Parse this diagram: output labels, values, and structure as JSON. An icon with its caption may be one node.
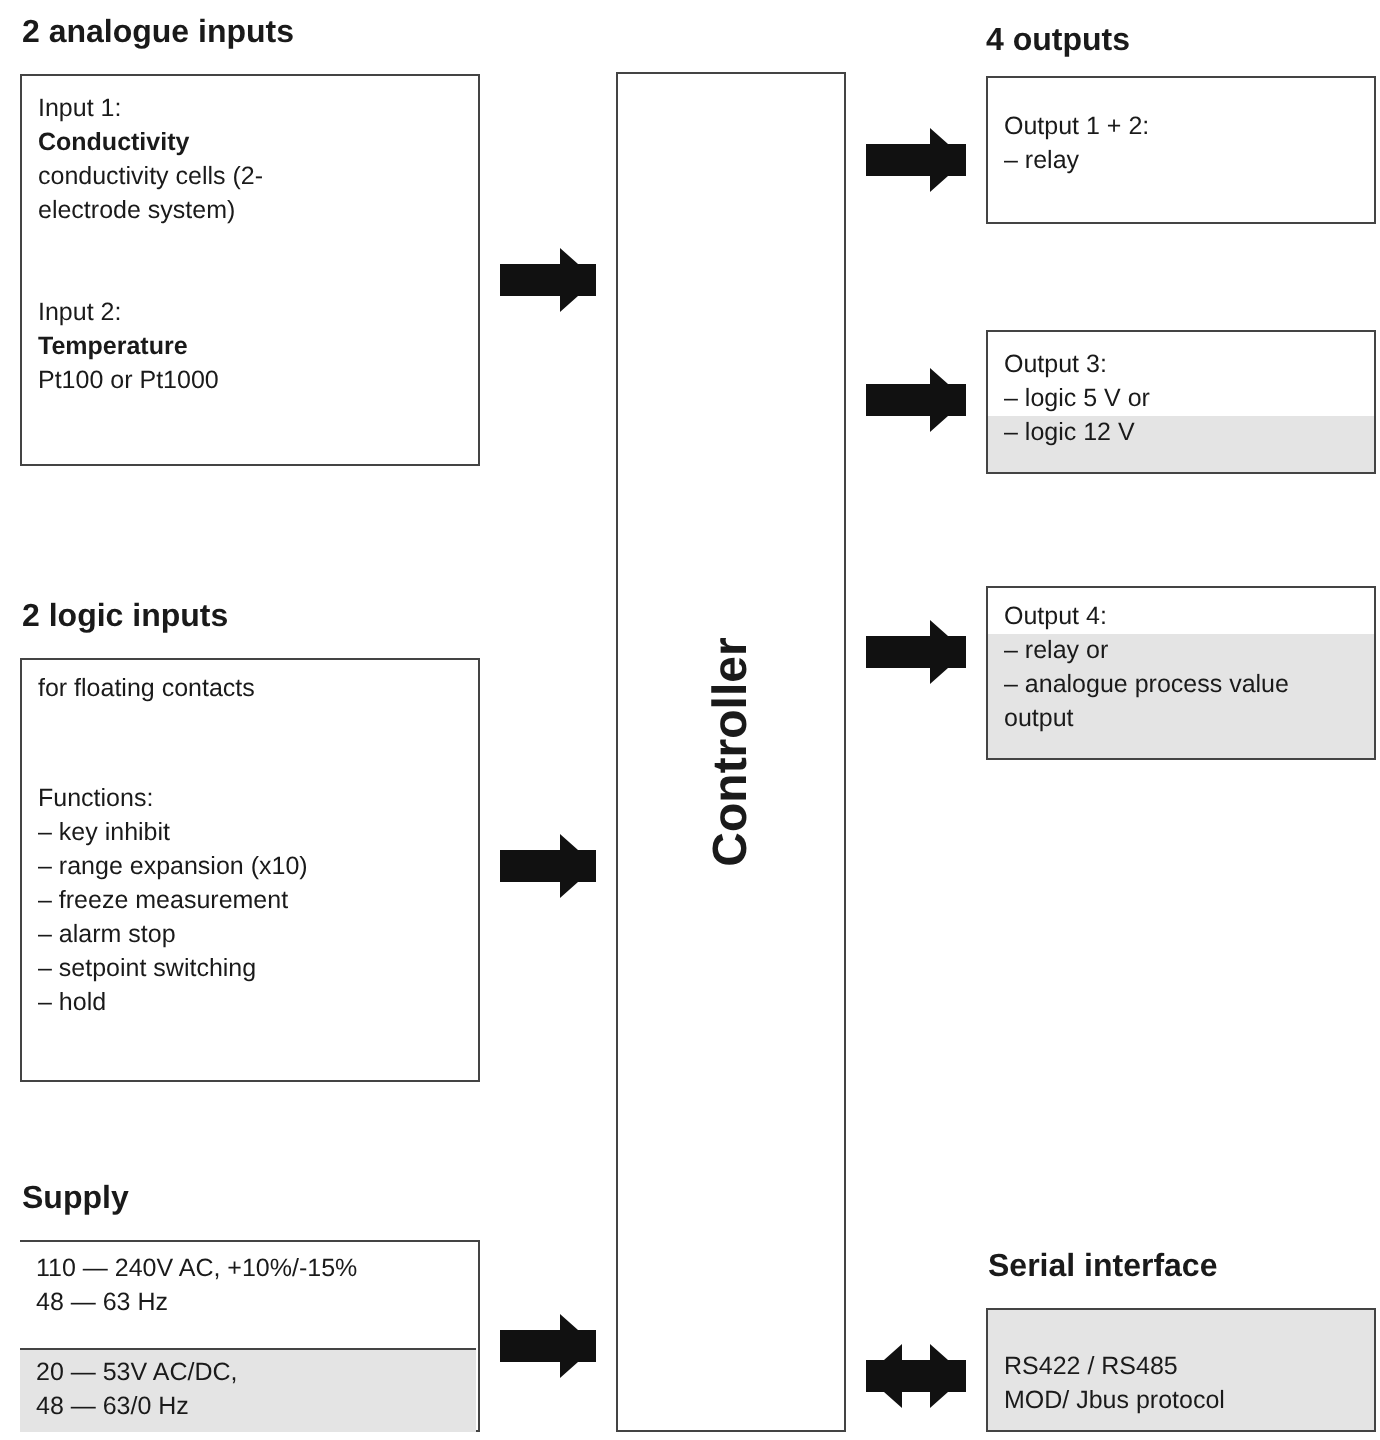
{
  "diagram": {
    "nodes": [
      {
        "text": [
          "2 analogue inputs",
          "Input 1:",
          "Conductivity",
          "conductivity cells (2-electrode system)",
          "Input 2:",
          "Temperature",
          "Pt100 or Pt1000"
        ]
      },
      {
        "text": [
          "2 logic inputs",
          "for floating contacts",
          "Functions:",
          "– key inhibit",
          "– range expansion (x10)",
          "– freeze measurement",
          "– alarm stop",
          "– setpoint switching",
          "– hold"
        ]
      },
      {
        "text": [
          "Supply"
        ]
      },
      {
        "text": [
          "110 — 240V AC, +10%/-15%",
          "48 — 63 Hz"
        ],
        "in": 2
      },
      {
        "text": [
          "20 — 53V AC/DC,",
          "48 — 63/0 Hz"
        ],
        "in": 2
      },
      {
        "text": [
          "Controller"
        ]
      },
      {
        "text": [
          "Output 1 + 2:",
          "– relay"
        ]
      },
      {
        "text": [
          "Output 3:",
          "– logic 5 V or",
          "– logic 12 V"
        ]
      },
      {
        "text": [
          "Output 4:",
          "– relay or",
          "– analogue process value output"
        ]
      },
      {
        "text": [
          "Serial interface",
          "RS422 / RS485",
          "MOD/ Jbus protocol"
        ]
      }
    ],
    "edges": [
      {
        "from": 0,
        "to": 5,
        "arrow": "to"
      },
      {
        "from": 1,
        "to": 5,
        "arrow": "to"
      },
      {
        "from": 2,
        "to": 5,
        "arrow": "to"
      },
      {
        "from": 5,
        "to": 6,
        "arrow": "to"
      },
      {
        "from": 5,
        "to": 7,
        "arrow": "to"
      },
      {
        "from": 5,
        "to": 8,
        "arrow": "to"
      },
      {
        "from": 5,
        "to": 9,
        "arrow": "both"
      }
    ],
    "labels": [
      "4 outputs"
    ]
  }
}
